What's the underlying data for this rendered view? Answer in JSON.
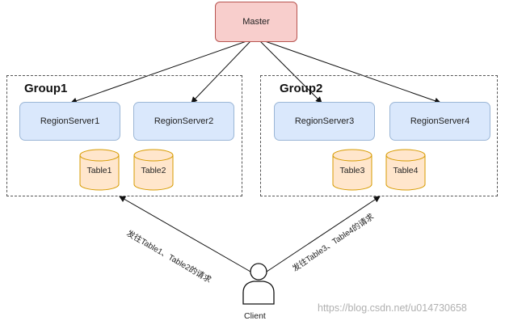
{
  "master": {
    "label": "Master"
  },
  "groups": [
    {
      "title": "Group1"
    },
    {
      "title": "Group2"
    }
  ],
  "region_servers": [
    {
      "label": "RegionServer1"
    },
    {
      "label": "RegionServer2"
    },
    {
      "label": "RegionServer3"
    },
    {
      "label": "RegionServer4"
    }
  ],
  "tables": [
    {
      "label": "Table1"
    },
    {
      "label": "Table2"
    },
    {
      "label": "Table3"
    },
    {
      "label": "Table4"
    }
  ],
  "client": {
    "label": "Client"
  },
  "requests": [
    {
      "label": "发往Table1、Table2的请求"
    },
    {
      "label": "发往Table3、Table4的请求"
    }
  ],
  "watermark": "https://blog.csdn.net/u014730658",
  "colors": {
    "master_fill": "#f8cecc",
    "region_server_fill": "#dae8fc",
    "table_fill": "#ffe6cc",
    "table_stroke": "#d79b00"
  }
}
